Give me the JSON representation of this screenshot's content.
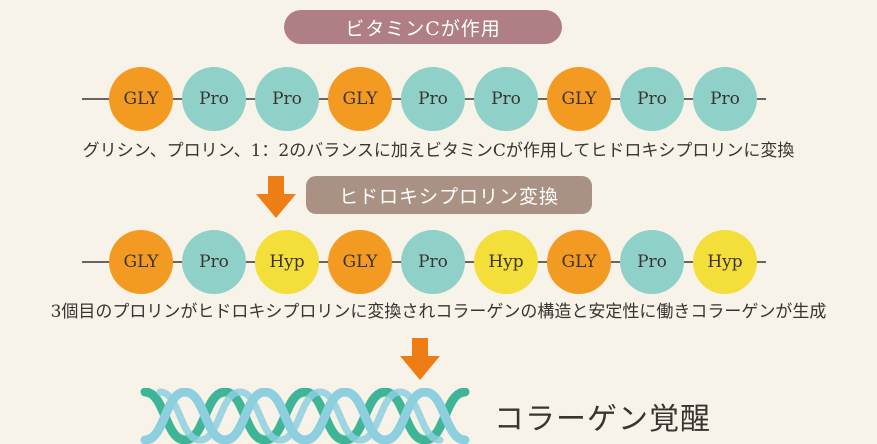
{
  "top_pill": "ビタミンCが作用",
  "chain1": [
    "GLY",
    "Pro",
    "Pro",
    "GLY",
    "Pro",
    "Pro",
    "GLY",
    "Pro",
    "Pro"
  ],
  "caption1": "グリシン、プロリン、1：2のバランスに加えビタミンCが作用してヒドロキシプロリンに変換",
  "middle_pill": "ヒドロキシプロリン変換",
  "chain2": [
    "GLY",
    "Pro",
    "Hyp",
    "GLY",
    "Pro",
    "Hyp",
    "GLY",
    "Pro",
    "Hyp"
  ],
  "caption2": "3個目のプロリンがヒドロキシプロリンに変換されコラーゲンの構造と安定性に働きコラーゲンが生成",
  "result_label": "コラーゲン覚醒",
  "colors": {
    "GLY": "#f39a22",
    "Pro": "#8fd1c8",
    "Hyp": "#f3de3a",
    "arrow": "#ef7d15",
    "helix_a": "#8ecfdf",
    "helix_b": "#3fb598"
  },
  "icons": [
    "down-arrow-icon",
    "collagen-helix-icon"
  ]
}
